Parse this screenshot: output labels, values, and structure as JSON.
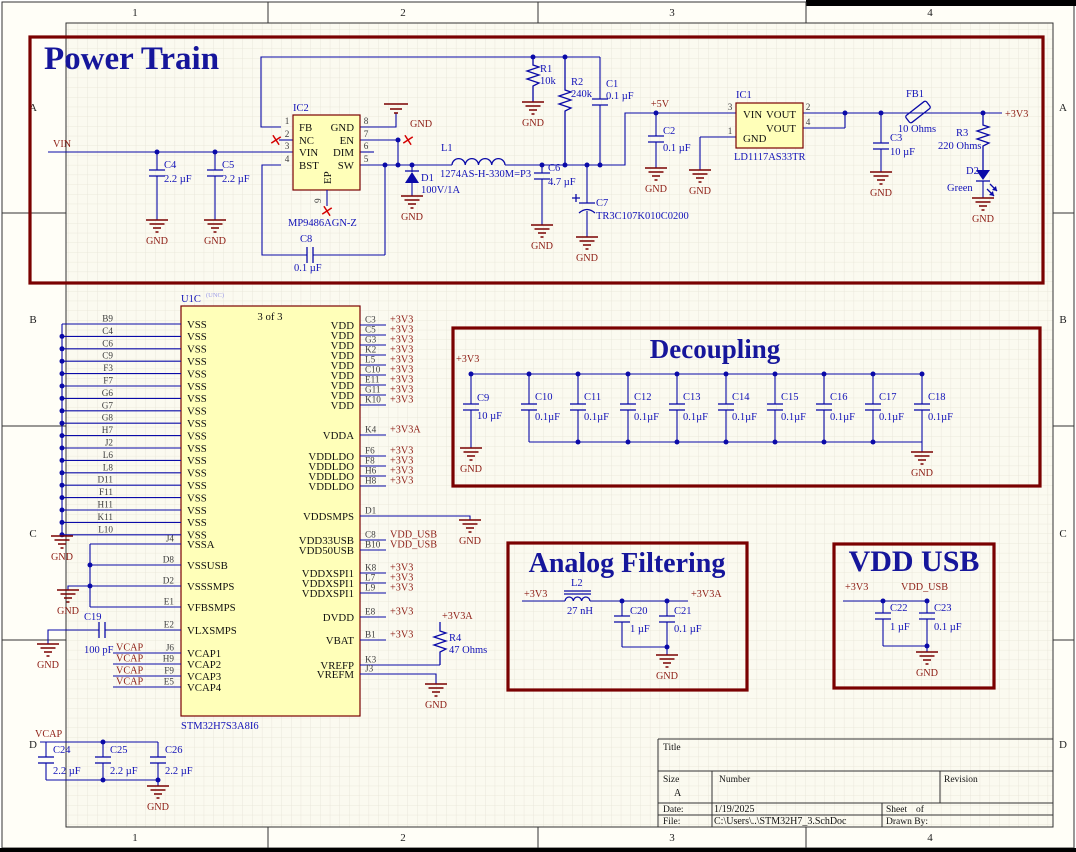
{
  "frame": {
    "cols": [
      "1",
      "2",
      "3",
      "4"
    ],
    "rows": [
      "A",
      "B",
      "C",
      "D"
    ]
  },
  "sections": {
    "power_train": "Power Train",
    "decoupling": "Decoupling",
    "analog_filtering": "Analog Filtering",
    "vdd_usb": "VDD USB"
  },
  "nets": {
    "vin": "VIN",
    "p5v": "+5V",
    "p3v3": "+3V3",
    "p3v3a": "+3V3A",
    "vdd_usb": "VDD_USB",
    "vcap": "VCAP",
    "gnd": "GND"
  },
  "components": {
    "c1": {
      "des": "C1",
      "val": "0.1 µF"
    },
    "c2": {
      "des": "C2",
      "val": "0.1 µF"
    },
    "c3": {
      "des": "C3",
      "val": "10 µF"
    },
    "c4": {
      "des": "C4",
      "val": "2.2 µF"
    },
    "c5": {
      "des": "C5",
      "val": "2.2 µF"
    },
    "c6": {
      "des": "C6",
      "val": "4.7 µF"
    },
    "c7": {
      "des": "C7",
      "val": "TR3C107K010C0200"
    },
    "c8": {
      "des": "C8",
      "val": "0.1 µF"
    },
    "c19": {
      "des": "C19",
      "val": "100 pF"
    },
    "c20": {
      "des": "C20",
      "val": "1 µF"
    },
    "c21": {
      "des": "C21",
      "val": "0.1 µF"
    },
    "c22": {
      "des": "C22",
      "val": "1 µF"
    },
    "c23": {
      "des": "C23",
      "val": "0.1 µF"
    },
    "r1": {
      "des": "R1",
      "val": "10k"
    },
    "r2": {
      "des": "R2",
      "val": "240k"
    },
    "r3": {
      "des": "R3",
      "val": "220 Ohms"
    },
    "r4": {
      "des": "R4",
      "val": "47 Ohms"
    },
    "fb1": {
      "des": "FB1",
      "val": "10 Ohms"
    },
    "l1": {
      "des": "L1",
      "val": "1274AS-H-330M=P3"
    },
    "l2": {
      "des": "L2",
      "val": "27 nH"
    },
    "d1": {
      "des": "D1",
      "val": "100V/1A"
    },
    "d2": {
      "des": "D2",
      "val": "Green"
    }
  },
  "ic2": {
    "des": "IC2",
    "part": "MP9486AGN-Z",
    "lpins": [
      {
        "n": "1",
        "name": "FB"
      },
      {
        "n": "2",
        "name": "NC"
      },
      {
        "n": "3",
        "name": "VIN"
      },
      {
        "n": "4",
        "name": "BST"
      }
    ],
    "rpins": [
      {
        "n": "8",
        "name": "GND"
      },
      {
        "n": "7",
        "name": "EN"
      },
      {
        "n": "6",
        "name": "DIM"
      },
      {
        "n": "5",
        "name": "SW"
      }
    ],
    "ep": {
      "n": "9",
      "name": "EP"
    }
  },
  "ic1": {
    "des": "IC1",
    "part": "LD1117AS33TR",
    "lpins": [
      {
        "n": "3",
        "name": "VIN"
      },
      {
        "n": "1",
        "name": "GND"
      }
    ],
    "rpins": [
      {
        "n": "2",
        "name": "VOUT"
      },
      {
        "n": "4",
        "name": "VOUT"
      }
    ]
  },
  "u1c": {
    "des": "U1C",
    "sup": "(UNC)",
    "subtitle": "3 of 3",
    "part": "STM32H7S3A8I6",
    "vss": [
      {
        "des": "B9",
        "name": "VSS"
      },
      {
        "des": "C4",
        "name": "VSS"
      },
      {
        "des": "C6",
        "name": "VSS"
      },
      {
        "des": "C9",
        "name": "VSS"
      },
      {
        "des": "F3",
        "name": "VSS"
      },
      {
        "des": "F7",
        "name": "VSS"
      },
      {
        "des": "G6",
        "name": "VSS"
      },
      {
        "des": "G7",
        "name": "VSS"
      },
      {
        "des": "G8",
        "name": "VSS"
      },
      {
        "des": "H7",
        "name": "VSS"
      },
      {
        "des": "J2",
        "name": "VSS"
      },
      {
        "des": "L6",
        "name": "VSS"
      },
      {
        "des": "L8",
        "name": "VSS"
      },
      {
        "des": "D11",
        "name": "VSS"
      },
      {
        "des": "F11",
        "name": "VSS"
      },
      {
        "des": "H11",
        "name": "VSS"
      },
      {
        "des": "K11",
        "name": "VSS"
      },
      {
        "des": "L10",
        "name": "VSS"
      }
    ],
    "left_mid": [
      {
        "des": "J4",
        "name": "VSSA"
      },
      {
        "des": "D8",
        "name": "VSSUSB"
      },
      {
        "des": "D2",
        "name": "VSSSMPS"
      },
      {
        "des": "E1",
        "name": "VFBSMPS"
      }
    ],
    "e2": [
      {
        "des": "E2",
        "name": "VLXSMPS"
      }
    ],
    "vcap_pins": [
      {
        "des": "J6",
        "name": "VCAP1",
        "net": "VCAP"
      },
      {
        "des": "H9",
        "name": "VCAP2",
        "net": "VCAP"
      },
      {
        "des": "F9",
        "name": "VCAP3",
        "net": "VCAP"
      },
      {
        "des": "E5",
        "name": "VCAP4",
        "net": "VCAP"
      }
    ],
    "right_all": [
      {
        "des": "C3",
        "name": "VDD",
        "net": "+3V3"
      },
      {
        "des": "C5",
        "name": "VDD",
        "net": "+3V3"
      },
      {
        "des": "G3",
        "name": "VDD",
        "net": "+3V3"
      },
      {
        "des": "K2",
        "name": "VDD",
        "net": "+3V3"
      },
      {
        "des": "L5",
        "name": "VDD",
        "net": "+3V3"
      },
      {
        "des": "C10",
        "name": "VDD",
        "net": "+3V3"
      },
      {
        "des": "E11",
        "name": "VDD",
        "net": "+3V3"
      },
      {
        "des": "G11",
        "name": "VDD",
        "net": "+3V3"
      },
      {
        "des": "K10",
        "name": "VDD",
        "net": "+3V3"
      },
      {
        "des": "K4",
        "name": "VDDA",
        "net": "+3V3A"
      },
      {
        "des": "F6",
        "name": "VDDLDO",
        "net": "+3V3"
      },
      {
        "des": "F8",
        "name": "VDDLDO",
        "net": "+3V3"
      },
      {
        "des": "H6",
        "name": "VDDLDO",
        "net": "+3V3"
      },
      {
        "des": "H8",
        "name": "VDDLDO",
        "net": "+3V3"
      },
      {
        "des": "D1",
        "name": "VDDSMPS"
      },
      {
        "des": "C8",
        "name": "VDD33USB",
        "net": "VDD_USB"
      },
      {
        "des": "B10",
        "name": "VDD50USB",
        "net": "VDD_USB"
      },
      {
        "des": "K8",
        "name": "VDDXSPI1",
        "net": "+3V3"
      },
      {
        "des": "L7",
        "name": "VDDXSPI1",
        "net": "+3V3"
      },
      {
        "des": "L9",
        "name": "VDDXSPI1",
        "net": "+3V3"
      },
      {
        "des": "E8",
        "name": "DVDD",
        "net": "+3V3"
      },
      {
        "des": "B1",
        "name": "VBAT",
        "net": "+3V3"
      },
      {
        "des": "K3",
        "name": "VREFP"
      },
      {
        "des": "J3",
        "name": "VREFM"
      }
    ]
  },
  "decoupling": {
    "c9": {
      "des": "C9",
      "val": "10 µF"
    },
    "caps": [
      {
        "des": "C10",
        "val": "0.1µF"
      },
      {
        "des": "C11",
        "val": "0.1µF"
      },
      {
        "des": "C12",
        "val": "0.1µF"
      },
      {
        "des": "C13",
        "val": "0.1µF"
      },
      {
        "des": "C14",
        "val": "0.1µF"
      },
      {
        "des": "C15",
        "val": "0.1µF"
      },
      {
        "des": "C16",
        "val": "0.1µF"
      },
      {
        "des": "C17",
        "val": "0.1µF"
      },
      {
        "des": "C18",
        "val": "0.1µF"
      }
    ]
  },
  "vcap_block": {
    "caps": [
      {
        "des": "C24",
        "val": "2.2 µF"
      },
      {
        "des": "C25",
        "val": "2.2 µF"
      },
      {
        "des": "C26",
        "val": "2.2 µF"
      }
    ]
  },
  "title_block": {
    "title": "Title",
    "size_label": "Size",
    "size_value": "A",
    "number_label": "Number",
    "revision_label": "Revision",
    "date_label": "Date:",
    "date_value": "1/19/2025",
    "sheet_label": "Sheet",
    "of_label": "of",
    "file_label": "File:",
    "file_value": "C:\\Users\\..\\STM32H7_3.SchDoc",
    "drawn_label": "Drawn By:"
  }
}
